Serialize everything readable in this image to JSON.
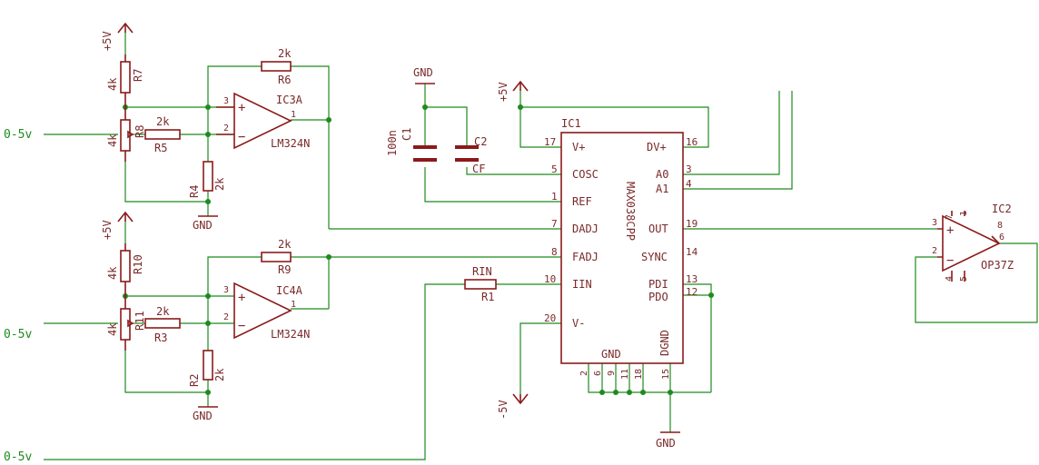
{
  "inputs": {
    "in1": "0-5v",
    "in2": "0-5v",
    "in3": "0-5v"
  },
  "supply": {
    "pos": "+5V",
    "neg": "-5V",
    "gnd": "GND"
  },
  "opamp1": {
    "name": "IC3A",
    "type": "LM324N",
    "pin_pos": "3",
    "pin_neg": "2",
    "pin_out": "1"
  },
  "opamp2": {
    "name": "IC4A",
    "type": "LM324N",
    "pin_pos": "3",
    "pin_neg": "2",
    "pin_out": "1"
  },
  "opamp3": {
    "name": "IC2",
    "type": "OP37Z",
    "pin_pos": "3",
    "pin_neg": "2",
    "pin_out": "6",
    "pin7": "7",
    "pin1": "1",
    "pin8": "8",
    "pin4": "4",
    "pin5": "5"
  },
  "resistors": {
    "r7": {
      "name": "R7",
      "value": "4k"
    },
    "r8": {
      "name": "R8",
      "value": "4k"
    },
    "r5": {
      "name": "R5",
      "value": "2k"
    },
    "r6": {
      "name": "R6",
      "value": "2k"
    },
    "r4": {
      "name": "R4",
      "value": "2k"
    },
    "r10": {
      "name": "R10",
      "value": "4k"
    },
    "r11": {
      "name": "R11",
      "value": "4k"
    },
    "r3": {
      "name": "R3",
      "value": "2k"
    },
    "r9": {
      "name": "R9",
      "value": "2k"
    },
    "r2": {
      "name": "R2",
      "value": "2k"
    },
    "r1": {
      "name": "R1",
      "value": "RIN"
    }
  },
  "capacitors": {
    "c1": {
      "name": "C1",
      "value": "100n"
    },
    "c2": {
      "name": "C2",
      "value": "CF"
    }
  },
  "ic1": {
    "name": "IC1",
    "part": "MAX038CPP",
    "left_pins": [
      {
        "num": "17",
        "label": "V+"
      },
      {
        "num": "5",
        "label": "COSC"
      },
      {
        "num": "1",
        "label": "REF"
      },
      {
        "num": "7",
        "label": "DADJ"
      },
      {
        "num": "8",
        "label": "FADJ"
      },
      {
        "num": "10",
        "label": "IIN"
      },
      {
        "num": "20",
        "label": "V-"
      }
    ],
    "right_pins": [
      {
        "num": "16",
        "label": "DV+"
      },
      {
        "num": "3",
        "label": "A0"
      },
      {
        "num": "4",
        "label": "A1"
      },
      {
        "num": "19",
        "label": "OUT"
      },
      {
        "num": "14",
        "label": "SYNC"
      },
      {
        "num": "13",
        "label": "PDI"
      },
      {
        "num": "12",
        "label": "PDO"
      }
    ],
    "gnd_label": "GND",
    "dgnd_label": "DGND",
    "bottom_pins": [
      "2",
      "6",
      "9",
      "11",
      "18",
      "15"
    ]
  }
}
